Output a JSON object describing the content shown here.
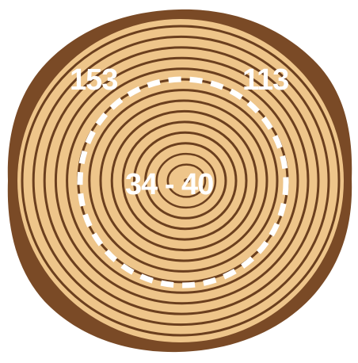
{
  "labels": {
    "top_left": "153",
    "top_right": "113",
    "center": "34 - 40"
  },
  "colors": {
    "bark": "#7a4a26",
    "wood": "#eec58a",
    "ring": "#6b3f1e",
    "dashed_circle": "#ffffff",
    "label_text": "#ffffff"
  },
  "rings": 14
}
